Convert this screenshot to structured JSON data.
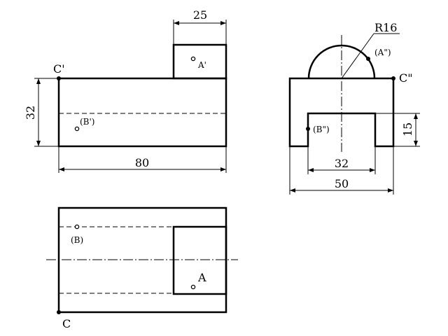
{
  "dimensions": {
    "front_step_width": "25",
    "front_height": "32",
    "front_length": "80",
    "side_radius": "R16",
    "side_slot_height": "15",
    "side_slot_width": "32",
    "side_width": "50"
  },
  "points": {
    "C_front": "C'",
    "A_front": "A'",
    "B_front": "(B')",
    "A_side": "(A\")",
    "C_side": "C\"",
    "B_side": "(B\")",
    "B_top": "(B)",
    "A_top": "A",
    "C_top": "C"
  }
}
